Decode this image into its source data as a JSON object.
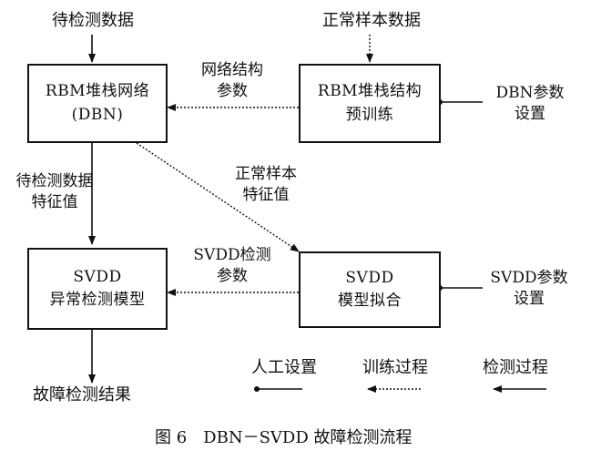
{
  "inputs": {
    "test_data": "待检测数据",
    "normal_sample_data": "正常样本数据"
  },
  "boxes": {
    "rbm_net": [
      "RBM堆栈网络",
      "(DBN)"
    ],
    "rbm_pretrain": [
      "RBM堆栈结构",
      "预训练"
    ],
    "svdd_model": [
      "SVDD",
      "异常检测模型"
    ],
    "svdd_fit": [
      "SVDD",
      "模型拟合"
    ]
  },
  "labels": {
    "net_params": [
      "网络结构",
      "参数"
    ],
    "dbn_settings": [
      "DBN参数",
      "设置"
    ],
    "test_features": [
      "待检测数据",
      "特征值"
    ],
    "normal_features": [
      "正常样本",
      "特征值"
    ],
    "svdd_detect_params": [
      "SVDD检测",
      "参数"
    ],
    "svdd_settings": [
      "SVDD参数",
      "设置"
    ],
    "fault_result": "故障检测结果"
  },
  "legend": {
    "manual": "人工设置",
    "training": "训练过程",
    "detection": "检测过程"
  },
  "caption": "图 6　DBN－SVDD 故障检测流程"
}
